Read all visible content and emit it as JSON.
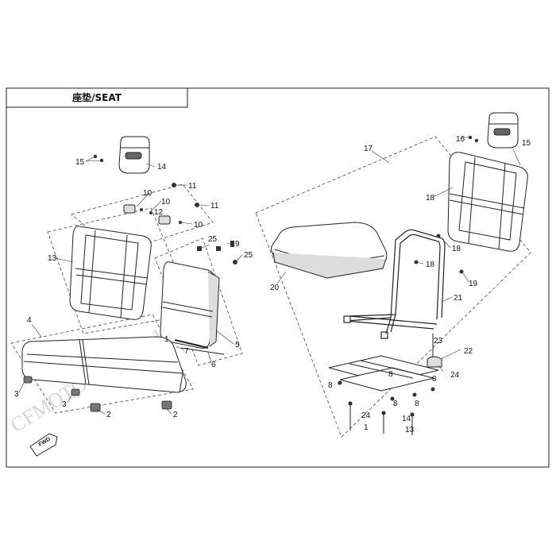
{
  "title": "座垫/SEAT",
  "watermark": "CFMOTO 2022-04-14",
  "fwd_label": "FWD",
  "callouts": [
    "1",
    "1",
    "2",
    "2",
    "3",
    "3",
    "4",
    "5",
    "6",
    "7",
    "8",
    "8",
    "8",
    "8",
    "8",
    "9",
    "10",
    "10",
    "10",
    "11",
    "11",
    "12",
    "13",
    "14",
    "14",
    "15",
    "15",
    "16",
    "17",
    "18",
    "18",
    "18",
    "19",
    "20",
    "21",
    "22",
    "23",
    "24",
    "24",
    "25",
    "25"
  ]
}
